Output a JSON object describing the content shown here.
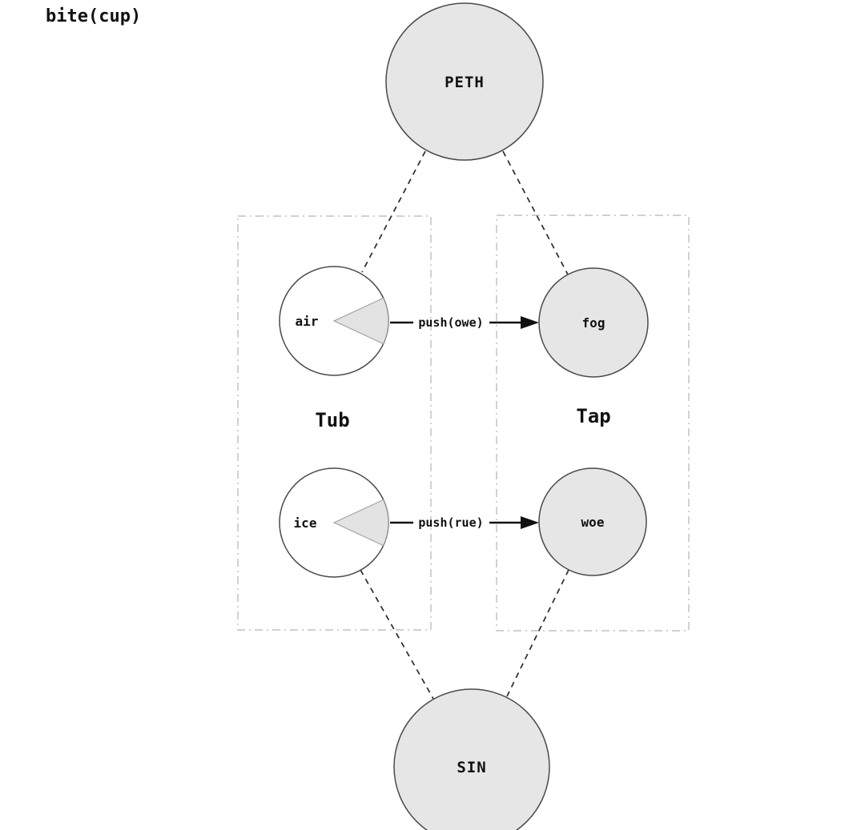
{
  "title": "bite(cup)",
  "colors": {
    "node_fill": "#e6e6e6",
    "plain_node_fill": "#ffffff",
    "wedge_fill": "#e3e3e3"
  },
  "nodes": {
    "peth": {
      "label": "PETH"
    },
    "air": {
      "label": "air"
    },
    "fog": {
      "label": "fog"
    },
    "ice": {
      "label": "ice"
    },
    "woe": {
      "label": "woe"
    },
    "sin": {
      "label": "SIN"
    }
  },
  "groups": {
    "tub": {
      "label": "Tub"
    },
    "tap": {
      "label": "Tap"
    }
  },
  "edges": {
    "air_fog": {
      "label": "push(owe)"
    },
    "ice_woe": {
      "label": "push(rue)"
    }
  }
}
